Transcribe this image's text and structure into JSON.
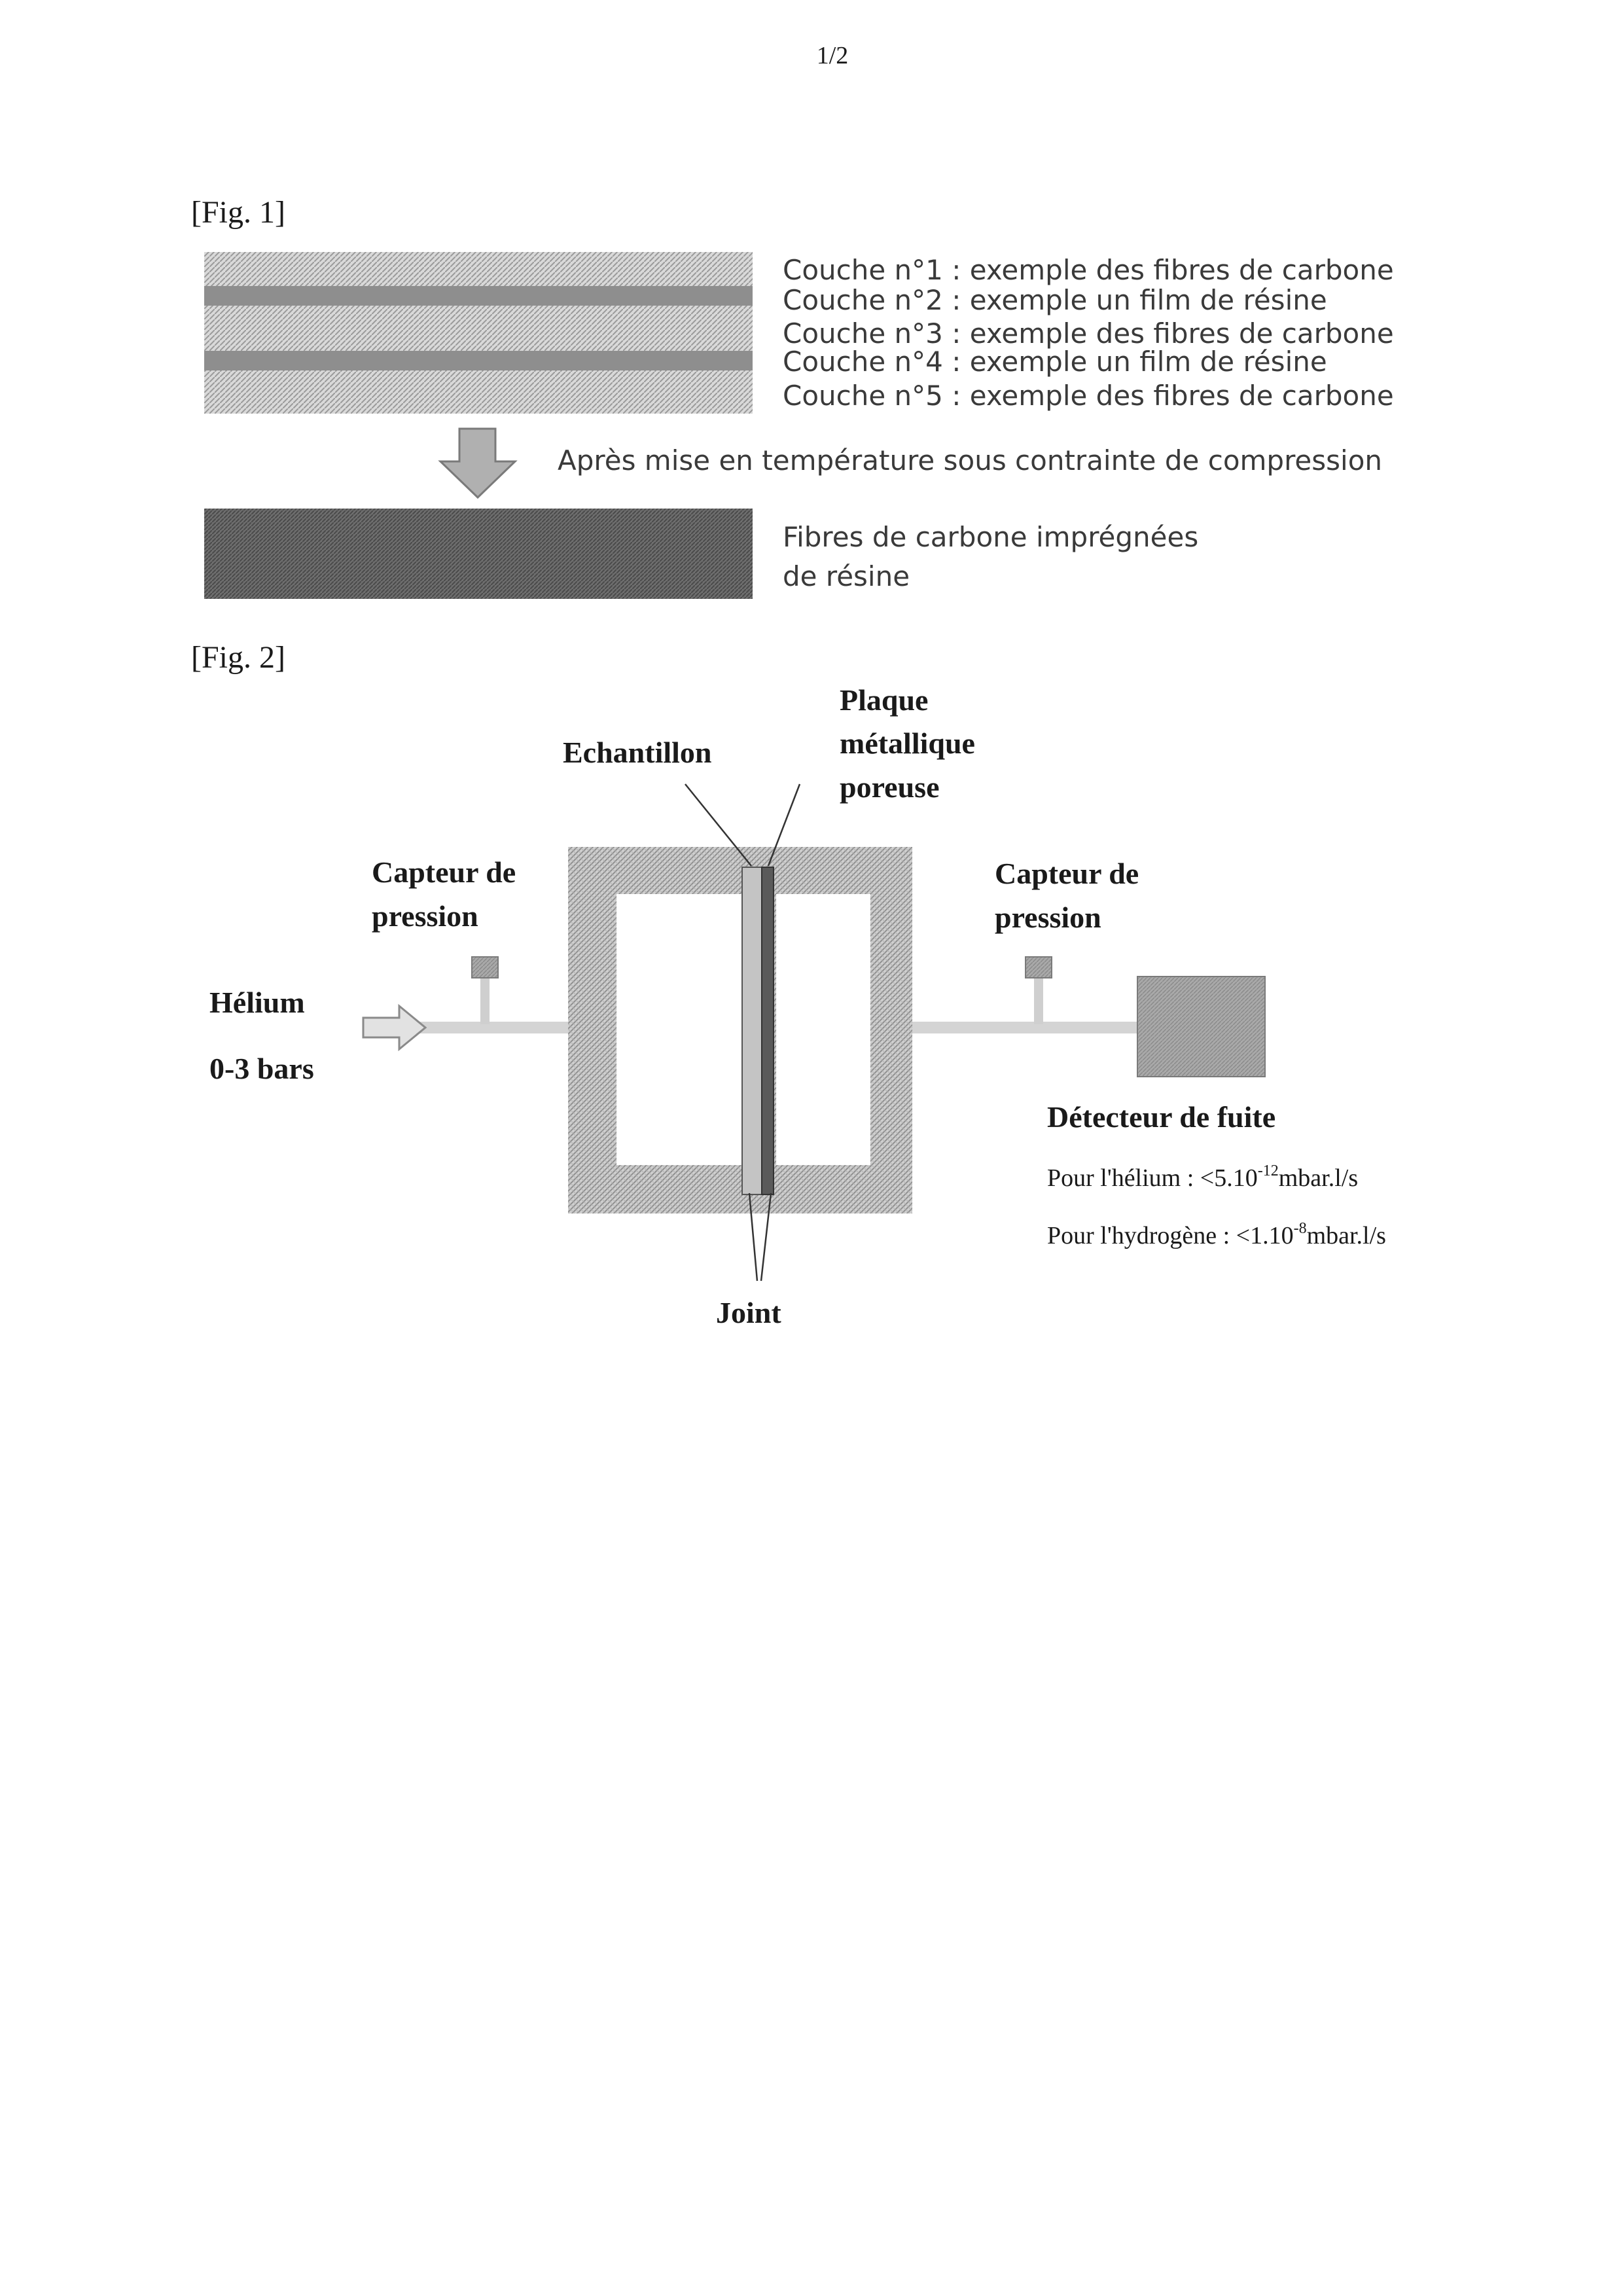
{
  "page_number": "1/2",
  "fig1": {
    "label": "[Fig. 1]",
    "layers": [
      "Couche n°1 : exemple des fibres de carbone",
      "Couche n°2 : exemple un film de résine",
      "Couche n°3 : exemple des fibres de carbone",
      "Couche n°4 : exemple un film de résine",
      "Couche n°5 : exemple des fibres de carbone"
    ],
    "process_label": "Après mise en température sous contrainte de compression",
    "result_line1": "Fibres de carbone imprégnées",
    "result_line2": "de résine"
  },
  "fig2": {
    "label": "[Fig. 2]",
    "sample_label": "Echantillon",
    "plate_line1": "Plaque",
    "plate_line2": "métallique",
    "plate_line3": "poreuse",
    "sensor_left_line1": "Capteur de",
    "sensor_left_line2": "pression",
    "sensor_right_line1": "Capteur de",
    "sensor_right_line2": "pression",
    "gas_line1": "Hélium",
    "gas_line2": "0-3 bars",
    "detector_title": "Détecteur de fuite",
    "helium_rate_prefix": "Pour l'hélium : <5.10",
    "helium_rate_exp": "-12",
    "helium_rate_suffix": "mbar.l/s",
    "hydrogen_rate_prefix": "Pour l'hydrogène : <1.10",
    "hydrogen_rate_exp": "-8",
    "hydrogen_rate_suffix": "mbar.l/s",
    "joint_label": "Joint"
  }
}
